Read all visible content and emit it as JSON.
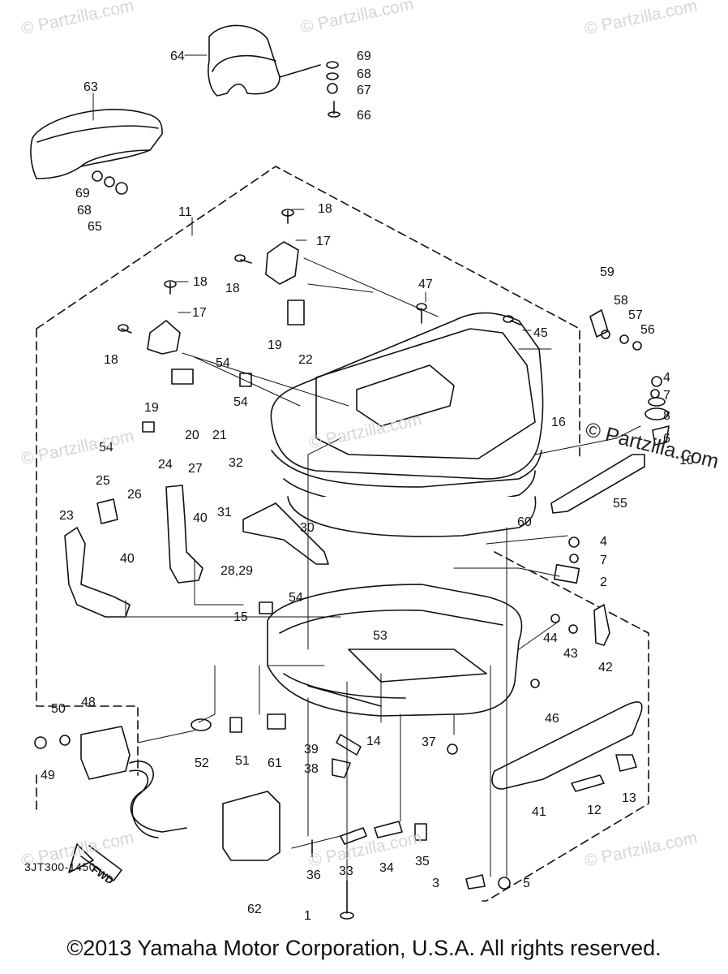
{
  "watermark": "© Partzilla.com",
  "watermark_highlight": "© Partzilla.com",
  "diagram_code": "3JT300-1450",
  "fwd_arrow_label": "FWD",
  "copyright": "©2013 Yamaha Motor Corporation, U.S.A. All rights reserved.",
  "part_labels": [
    "1",
    "2",
    "3",
    "4",
    "5",
    "6",
    "7",
    "8",
    "10",
    "11",
    "12",
    "13",
    "14",
    "15",
    "16",
    "17",
    "18",
    "19",
    "20",
    "21",
    "22",
    "23",
    "24",
    "25",
    "26",
    "27",
    "28,29",
    "30",
    "31",
    "32",
    "33",
    "34",
    "35",
    "36",
    "37",
    "38",
    "39",
    "40",
    "41",
    "42",
    "43",
    "44",
    "45",
    "46",
    "47",
    "48",
    "49",
    "50",
    "51",
    "52",
    "53",
    "54",
    "55",
    "56",
    "57",
    "58",
    "59",
    "60",
    "61",
    "62",
    "63",
    "64",
    "65",
    "66",
    "67",
    "68",
    "69"
  ],
  "labels": {
    "p1": "1",
    "p2": "2",
    "p3": "3",
    "p4a": "4",
    "p4b": "4",
    "p5": "5",
    "p6": "6",
    "p7a": "7",
    "p7b": "7",
    "p8": "8",
    "p10": "10",
    "p11": "11",
    "p12": "12",
    "p13": "13",
    "p14": "14",
    "p15": "15",
    "p16": "16",
    "p17a": "17",
    "p17b": "17",
    "p18a": "18",
    "p18b": "18",
    "p18c": "18",
    "p18d": "18",
    "p19a": "19",
    "p19b": "19",
    "p20": "20",
    "p21": "21",
    "p22": "22",
    "p23": "23",
    "p24": "24",
    "p25": "25",
    "p26": "26",
    "p27": "27",
    "p2829": "28,29",
    "p30": "30",
    "p31": "31",
    "p32": "32",
    "p33": "33",
    "p34": "34",
    "p35": "35",
    "p36": "36",
    "p37": "37",
    "p38": "38",
    "p39": "39",
    "p40a": "40",
    "p40b": "40",
    "p41": "41",
    "p42": "42",
    "p43": "43",
    "p44": "44",
    "p45": "45",
    "p46": "46",
    "p47": "47",
    "p48": "48",
    "p49": "49",
    "p50": "50",
    "p51": "51",
    "p52": "52",
    "p53": "53",
    "p54a": "54",
    "p54b": "54",
    "p54c": "54",
    "p54d": "54",
    "p55": "55",
    "p56": "56",
    "p57": "57",
    "p58": "58",
    "p59": "59",
    "p60": "60",
    "p61": "61",
    "p62": "62",
    "p63": "63",
    "p64": "64",
    "p65": "65",
    "p66": "66",
    "p67": "67",
    "p68a": "68",
    "p68b": "68",
    "p69a": "69",
    "p69b": "69"
  }
}
